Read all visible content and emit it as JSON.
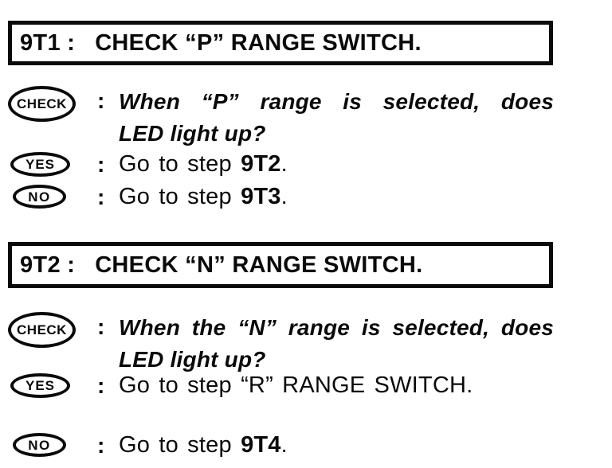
{
  "page": {
    "background_color": "#ffffff",
    "ink_color": "#0a0a0a",
    "kind": "troubleshooting-procedure"
  },
  "sections": [
    {
      "header": {
        "step": "9T1 :",
        "title": "CHECK “P” RANGE SWITCH."
      },
      "check": {
        "badge": "CHECK",
        "colon": ":",
        "question_line1": "When “P” range is selected, does",
        "question_line2": "LED light up?"
      },
      "yes": {
        "badge": "YES",
        "colon": ":",
        "prefix": "Go to step ",
        "step": "9T2",
        "suffix": "."
      },
      "no": {
        "badge": "NO",
        "colon": ":",
        "prefix": "Go to step ",
        "step": "9T3",
        "suffix": "."
      }
    },
    {
      "header": {
        "step": "9T2 :",
        "title": "CHECK “N” RANGE SWITCH."
      },
      "check": {
        "badge": "CHECK",
        "colon": ":",
        "question_line1": "When the “N” range is selected, does",
        "question_line2": "LED light up?"
      },
      "yes": {
        "badge": "YES",
        "colon": ":",
        "prefix": "Go to step ",
        "step": "“R” RANGE SWITCH",
        "suffix": "."
      },
      "no": {
        "badge": "NO",
        "colon": ":",
        "prefix": "Go to step ",
        "step": "9T4",
        "suffix": "."
      }
    }
  ]
}
